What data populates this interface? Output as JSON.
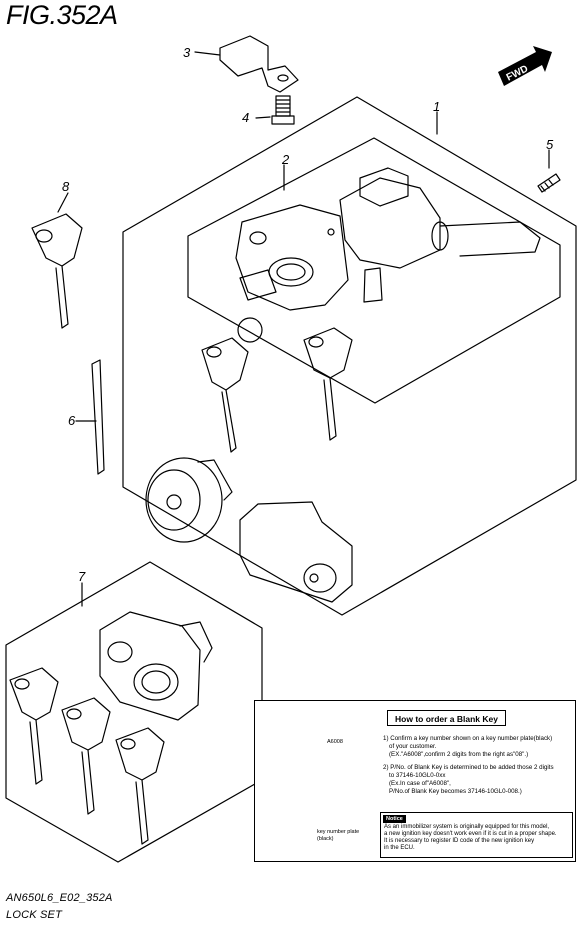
{
  "figure": {
    "title": "FIG.352A",
    "model_code": "AN650L6_E02_352A",
    "section_name": "LOCK SET",
    "fwd_label": "FWD"
  },
  "callouts": [
    "1",
    "2",
    "3",
    "4",
    "5",
    "6",
    "7",
    "8"
  ],
  "note_box": {
    "heading": "How to order a Blank Key",
    "plate_label": "A6008",
    "plate_caption": "key number plate (black)",
    "step1": [
      "1) Confirm a key number shown on a key number plate(black)",
      "of your customer.",
      "(EX.\"A6008\",confirm 2 digits from the right as\"08\".)"
    ],
    "step2": [
      "2) P/No. of Blank Key is determined to be added those 2 digits",
      "to 37146-10GL0-0xx",
      "(Ex.In case of\"A6008\",",
      "P/No.of Blank Key becomes 37146-10GL0-008.)"
    ],
    "notice_tag": "Notice",
    "notice_lines": [
      "As an immobilizer system is originally equipped for this model,",
      "a new ignition key doesn't work even if it is cut in a proper shape.",
      "It is necessary to register ID code of the new ignition key",
      "in the ECU."
    ]
  },
  "colors": {
    "line": "#000000",
    "background": "#ffffff"
  },
  "icons": [
    "fwd-arrow-icon"
  ]
}
